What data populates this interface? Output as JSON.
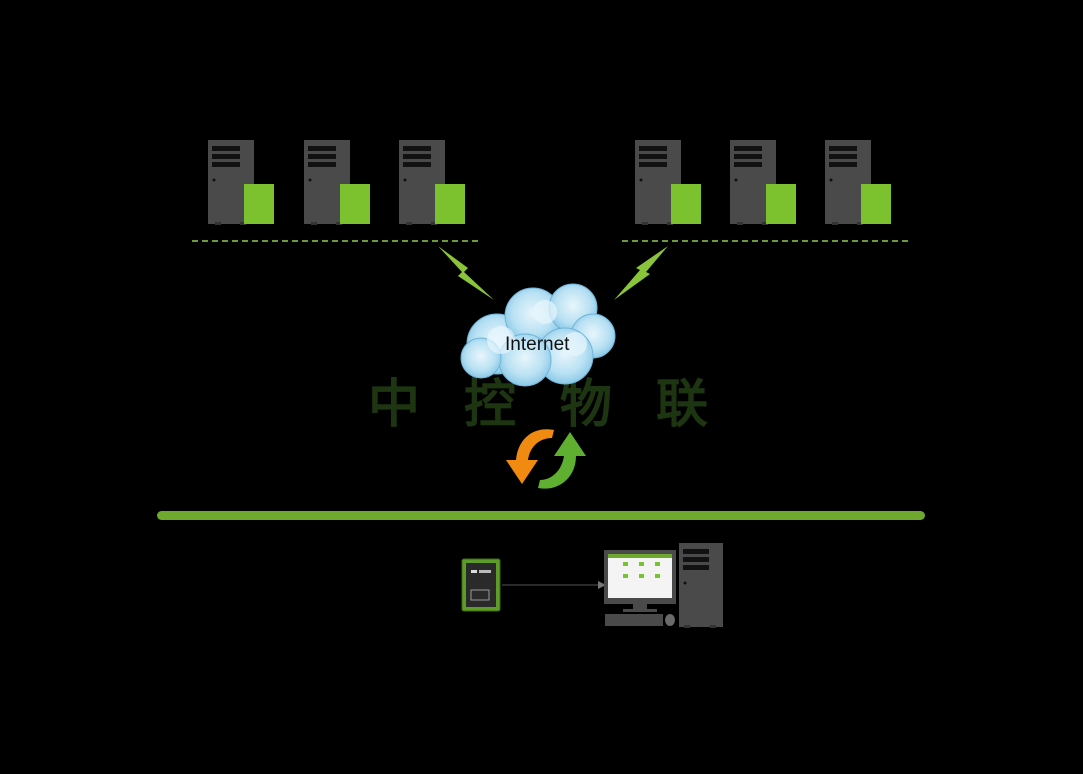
{
  "network": {
    "cloud_label": "Internet",
    "watermark": [
      "中",
      "控",
      "物",
      "联"
    ]
  },
  "colors": {
    "accent_green": "#6ea82e",
    "server_gray": "#4a4a4a",
    "sync_orange": "#f08a10",
    "sync_green": "#5fb030"
  },
  "server_groups": [
    {
      "name": "left",
      "count": 3
    },
    {
      "name": "right",
      "count": 3
    }
  ]
}
